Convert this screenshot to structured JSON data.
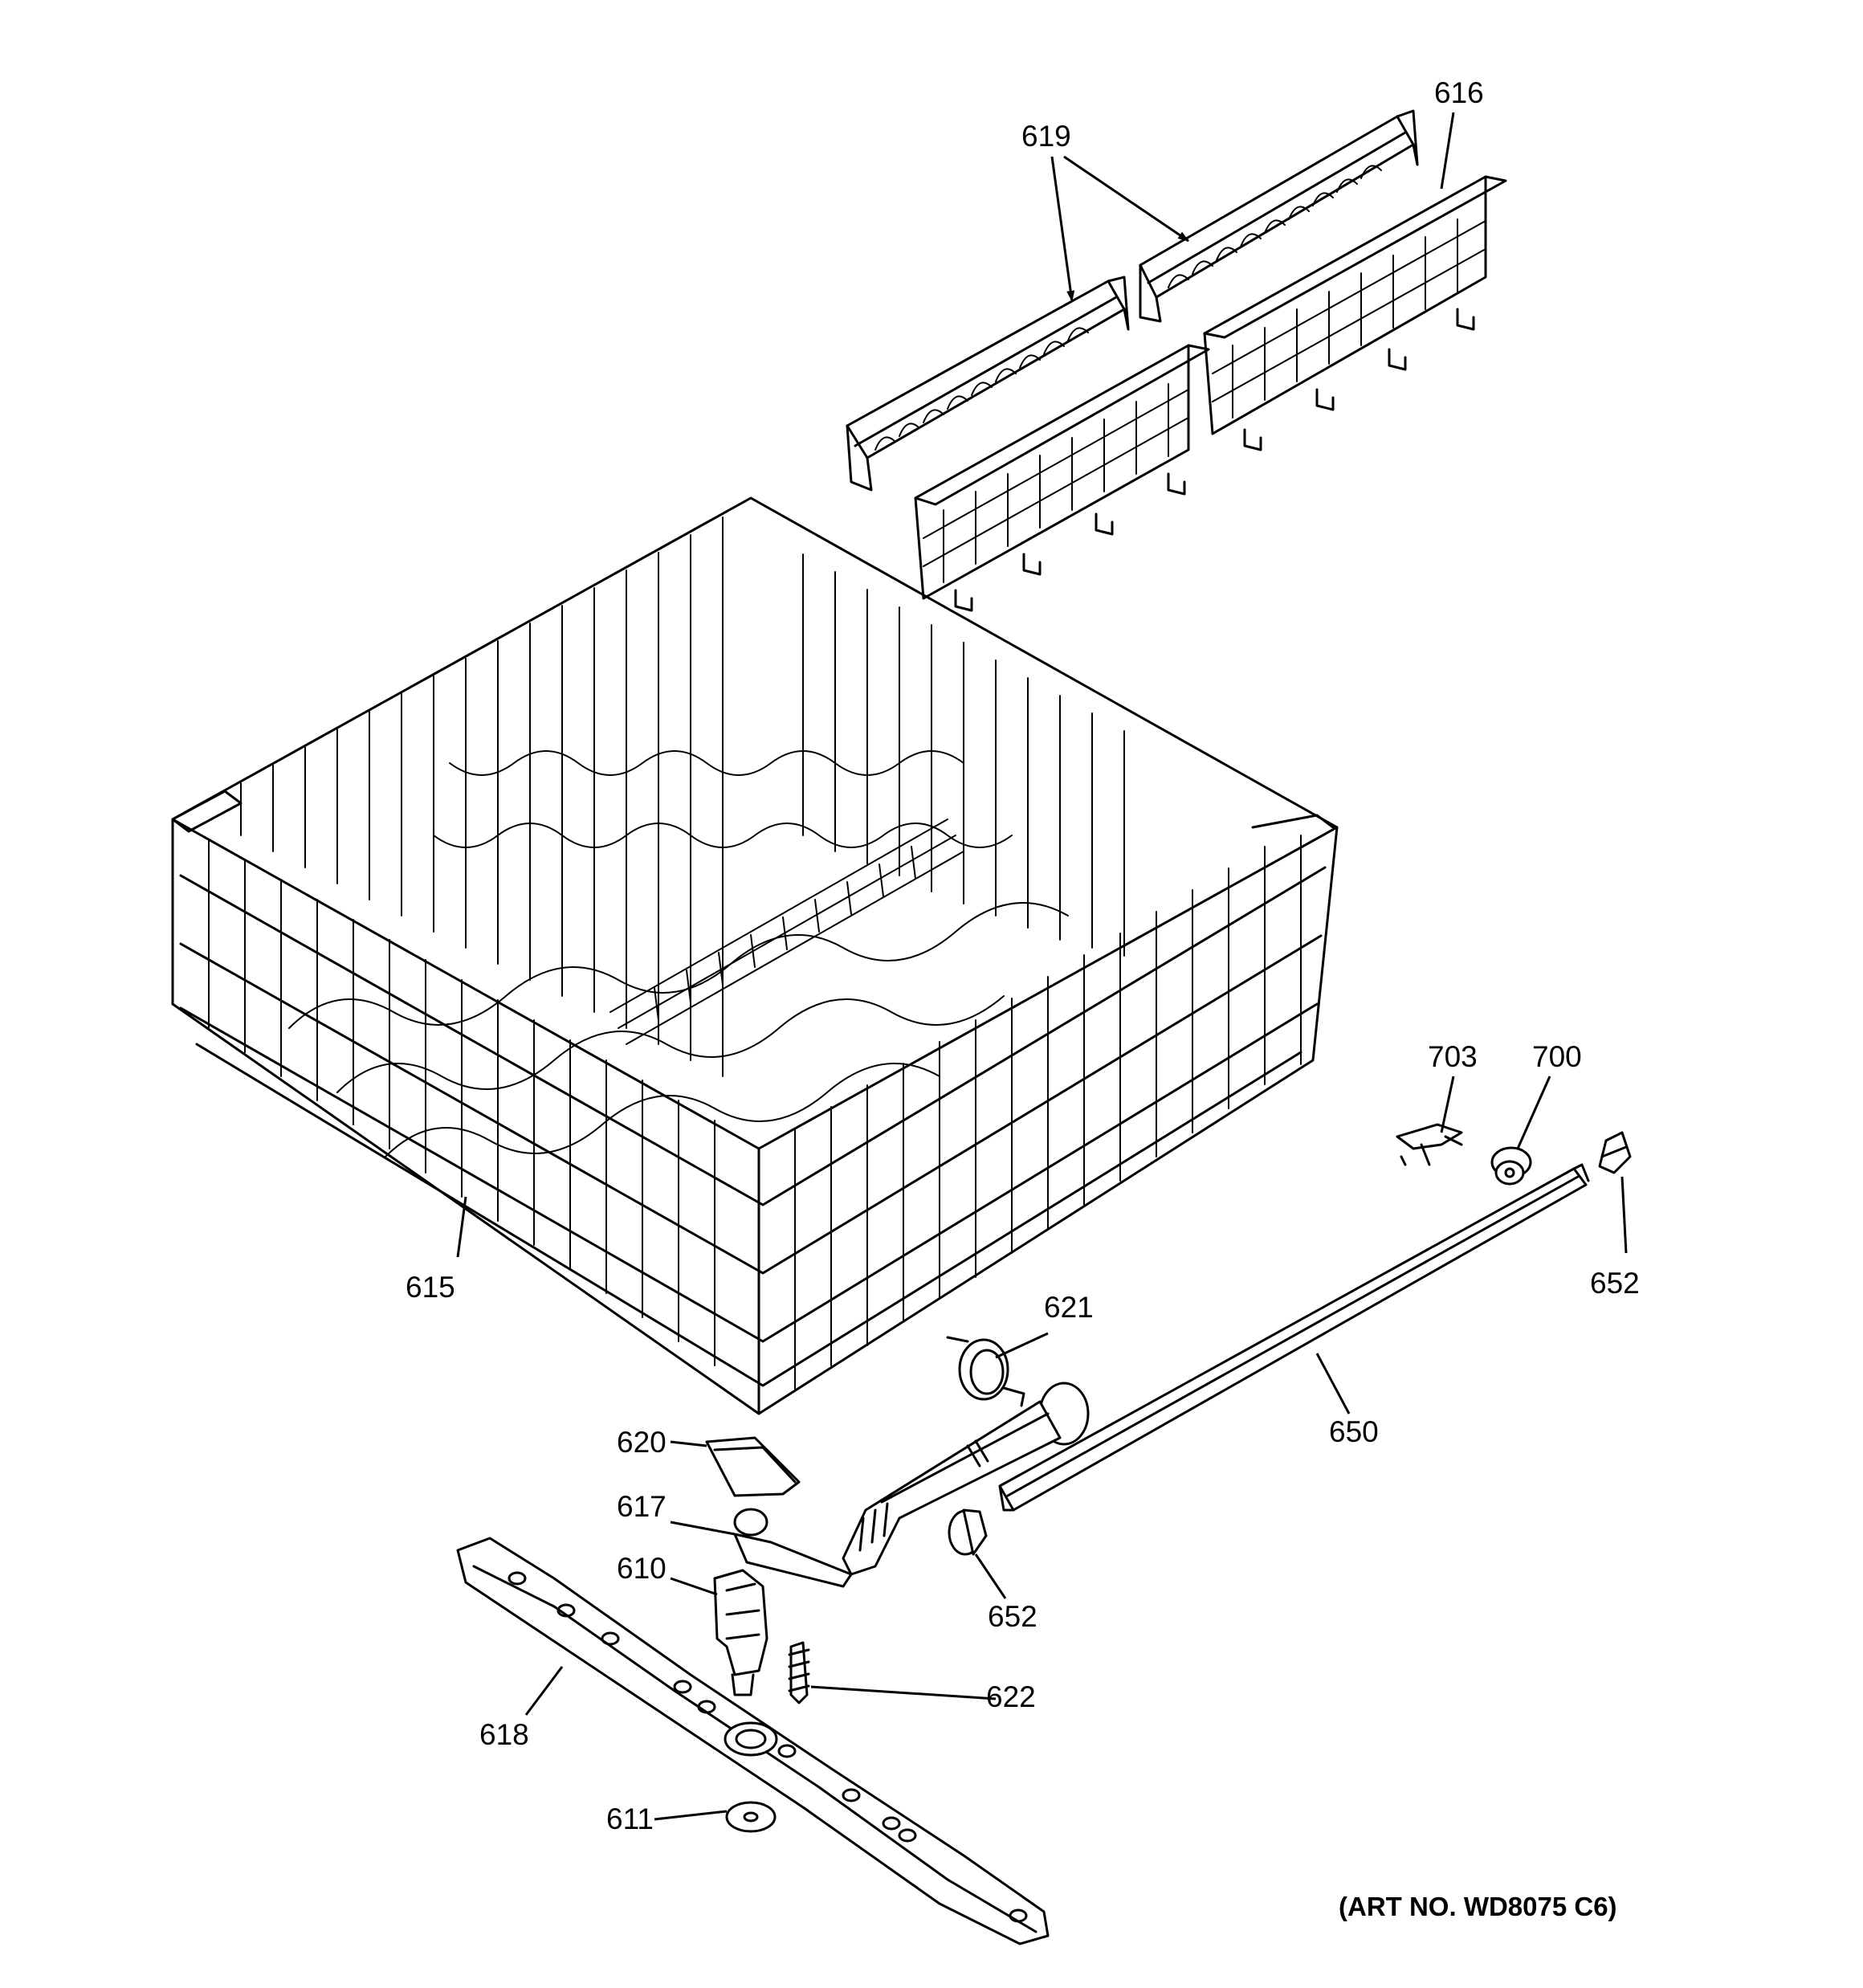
{
  "parts": {
    "p619": "619",
    "p616": "616",
    "p703": "703",
    "p700": "700",
    "p615": "615",
    "p652_top": "652",
    "p621": "621",
    "p650": "650",
    "p620": "620",
    "p617": "617",
    "p610": "610",
    "p652_bottom": "652",
    "p622": "622",
    "p618": "618",
    "p611": "611"
  },
  "art_number": "(ART NO. WD8075 C6)"
}
